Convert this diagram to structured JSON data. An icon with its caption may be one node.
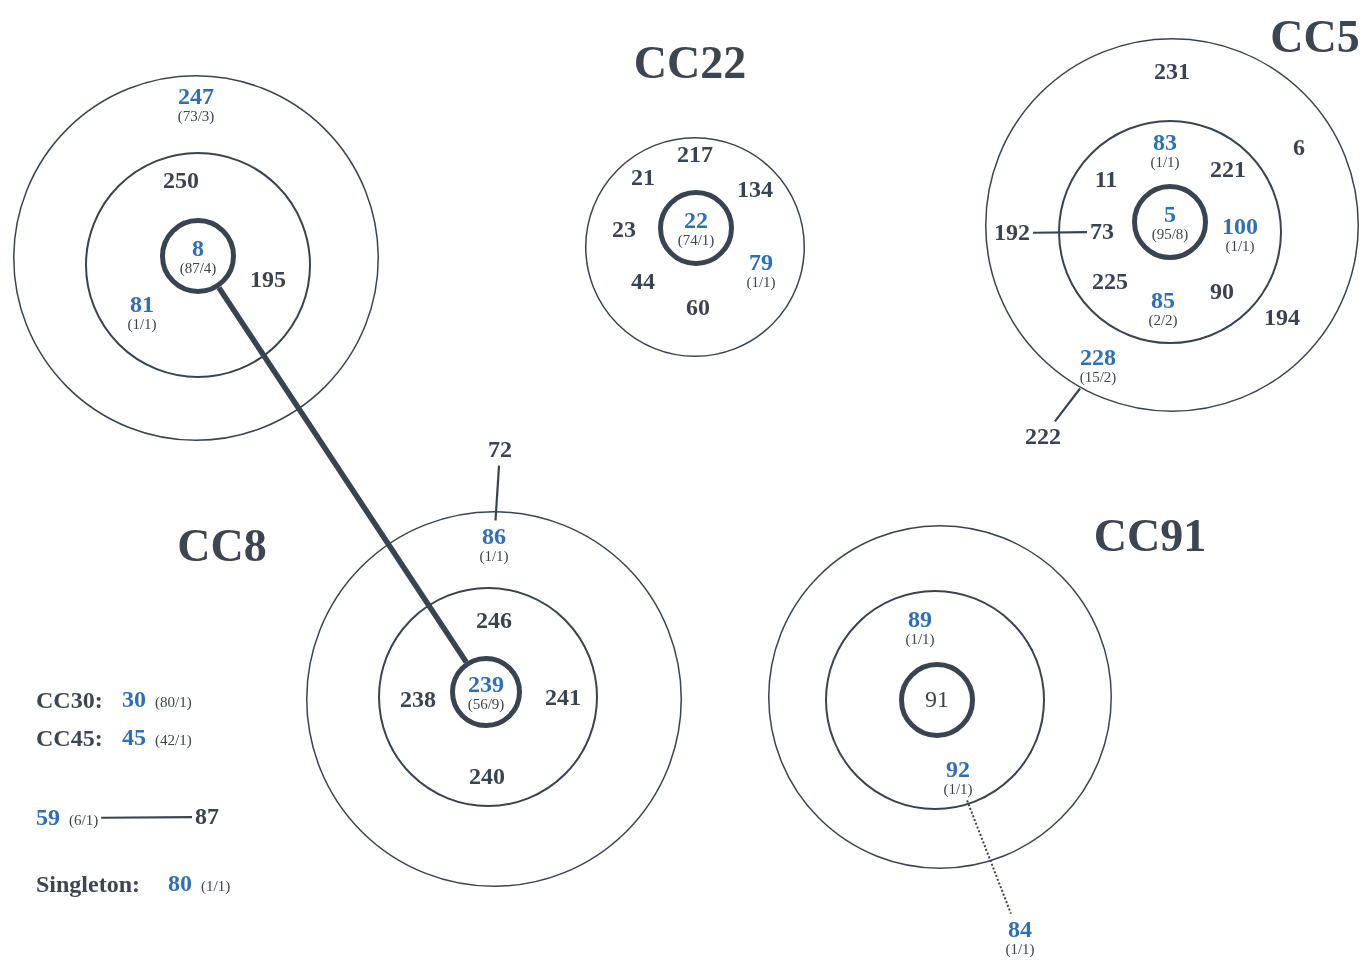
{
  "diagram": {
    "nodes": [
      {
        "text": [],
        "shape": "circle"
      },
      {
        "text": [
          "247",
          "(73/3)"
        ],
        "in": 0
      },
      {
        "text": [],
        "shape": "circle",
        "in": 0
      },
      {
        "text": [
          "250"
        ],
        "in": 2
      },
      {
        "text": [
          "8",
          "(87/4)"
        ],
        "in": 2
      },
      {
        "text": [
          "195"
        ],
        "in": 2
      },
      {
        "text": [
          "81",
          "(1/1)"
        ],
        "in": 2
      },
      {
        "text": [
          "CC22"
        ]
      },
      {
        "text": [
          "217"
        ],
        "in": 7
      },
      {
        "text": [
          "21"
        ],
        "in": 7
      },
      {
        "text": [
          "134"
        ],
        "in": 7
      },
      {
        "text": [
          "23"
        ],
        "in": 7
      },
      {
        "text": [
          "22",
          "(74/1)"
        ],
        "in": 7
      },
      {
        "text": [
          "79",
          "(1/1)"
        ],
        "in": 7
      },
      {
        "text": [
          "44"
        ],
        "in": 7
      },
      {
        "text": [
          "60"
        ],
        "in": 7
      },
      {
        "text": [
          "CC5"
        ]
      },
      {
        "text": [
          "231"
        ],
        "in": 16
      },
      {
        "text": [
          "6"
        ],
        "in": 16
      },
      {
        "text": [],
        "shape": "circle",
        "in": 16
      },
      {
        "text": [
          "83",
          "(1/1)"
        ],
        "in": 19
      },
      {
        "text": [
          "11"
        ],
        "in": 19
      },
      {
        "text": [
          "221"
        ],
        "in": 19
      },
      {
        "text": [
          "5",
          "(95/8)"
        ],
        "in": 19
      },
      {
        "text": [
          "100",
          "(1/1)"
        ],
        "in": 19
      },
      {
        "text": [
          "192"
        ],
        "in": 16
      },
      {
        "text": [
          "73"
        ],
        "in": 19
      },
      {
        "text": [
          "225"
        ],
        "in": 19
      },
      {
        "text": [
          "85",
          "(2/2)"
        ],
        "in": 19
      },
      {
        "text": [
          "90"
        ],
        "in": 19
      },
      {
        "text": [
          "194"
        ],
        "in": 16
      },
      {
        "text": [
          "228",
          "(15/2)"
        ],
        "in": 16
      },
      {
        "text": [
          "222"
        ]
      },
      {
        "text": [
          "72"
        ]
      },
      {
        "text": [
          "CC8"
        ]
      },
      {
        "text": [
          "86",
          "(1/1)"
        ],
        "in": 34
      },
      {
        "text": [],
        "shape": "circle",
        "in": 34
      },
      {
        "text": [
          "246"
        ],
        "in": 36
      },
      {
        "text": [
          "238"
        ],
        "in": 36
      },
      {
        "text": [
          "239",
          "(56/9)"
        ],
        "in": 36
      },
      {
        "text": [
          "241"
        ],
        "in": 36
      },
      {
        "text": [
          "240"
        ],
        "in": 36
      },
      {
        "text": [
          "CC91"
        ]
      },
      {
        "text": [],
        "shape": "circle",
        "in": 42
      },
      {
        "text": [
          "89",
          "(1/1)"
        ],
        "in": 43
      },
      {
        "text": [
          "91"
        ],
        "in": 43
      },
      {
        "text": [
          "92",
          "(1/1)"
        ],
        "in": 43
      },
      {
        "text": [
          "84",
          "(1/1)"
        ]
      },
      {
        "text": [
          "30",
          "(80/1)"
        ]
      },
      {
        "text": [
          "45",
          "(42/1)"
        ]
      },
      {
        "text": [
          "59",
          "(6/1)"
        ]
      },
      {
        "text": [
          "87"
        ]
      },
      {
        "text": [
          "80",
          "(1/1)"
        ]
      }
    ],
    "edges": [
      {
        "from": 4,
        "to": 39,
        "arrow": "none",
        "style": "thick"
      },
      {
        "from": 25,
        "to": 26,
        "arrow": "none"
      },
      {
        "from": 31,
        "to": 32,
        "arrow": "none"
      },
      {
        "from": 33,
        "to": 35,
        "arrow": "none"
      },
      {
        "from": 46,
        "to": 47,
        "arrow": "none",
        "style": "dashed"
      },
      {
        "from": 50,
        "to": 51,
        "arrow": "none"
      }
    ],
    "labels": [
      "CC30:",
      "CC45:",
      "Singleton:"
    ]
  }
}
